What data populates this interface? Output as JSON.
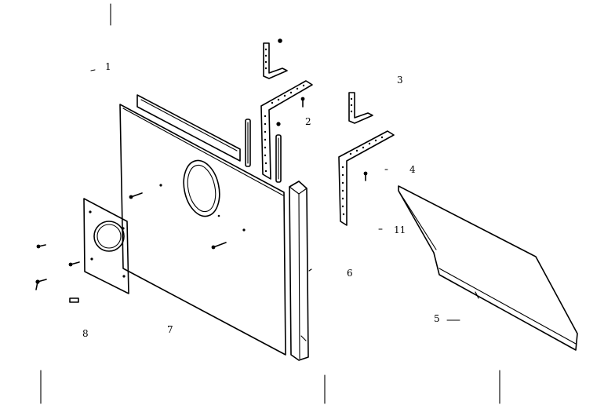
{
  "callouts": {
    "c1": "1",
    "c2": "2",
    "c3": "3",
    "c4": "4",
    "c5": "5",
    "c6": "6",
    "c7": "7",
    "c8": "8",
    "c11": "11"
  }
}
